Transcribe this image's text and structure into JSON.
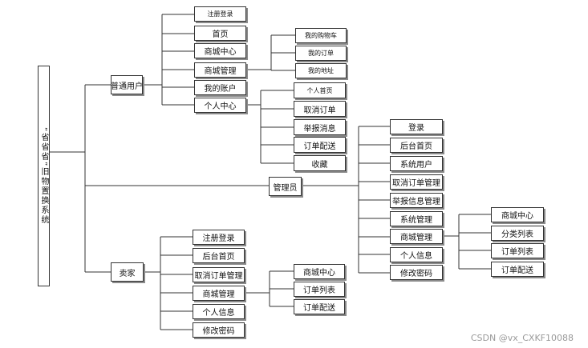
{
  "root": "“省省省”旧物置换系统",
  "branches": {
    "user": {
      "label": "普通用户",
      "children": [
        "注册登录",
        "首页",
        "商城中心",
        "商城管理",
        "我的账户",
        "个人中心"
      ],
      "mall_manage_children": [
        "我的购物车",
        "我的订单",
        "我的地址"
      ],
      "personal_center_children": [
        "个人首页",
        "取消订单",
        "举报消息",
        "订单配送",
        "收藏"
      ]
    },
    "admin": {
      "label": "管理员",
      "children": [
        "登录",
        "后台首页",
        "系统用户",
        "取消订单管理",
        "举报信息管理",
        "系统管理",
        "商城管理",
        "个人信息",
        "修改密码"
      ],
      "mall_manage_children": [
        "商城中心",
        "分类列表",
        "订单列表",
        "订单配送"
      ]
    },
    "seller": {
      "label": "卖家",
      "children": [
        "注册登录",
        "后台首页",
        "取消订单管理",
        "商城管理",
        "个人信息",
        "修改密码"
      ],
      "mall_manage_children": [
        "商城中心",
        "订单列表",
        "订单配送"
      ]
    }
  },
  "watermark": "CSDN @vx_CXKF10088"
}
